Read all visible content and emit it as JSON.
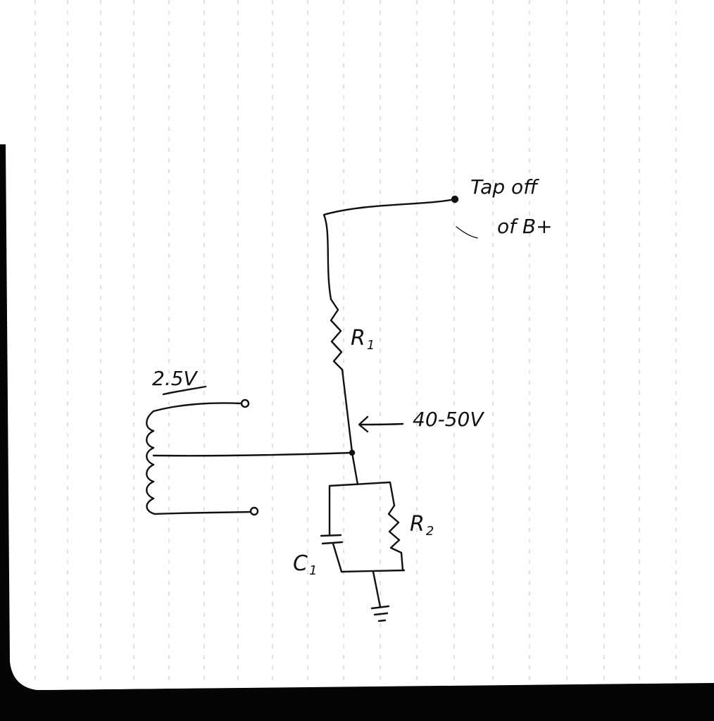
{
  "colors": {
    "paper": "#ffffff",
    "ink": "#111111",
    "margin_edge": "#050505",
    "ruling": "#bdbdbd"
  },
  "diagram": {
    "tap_label_line1": "Tap off",
    "tap_label_line2": "of B+",
    "r1_letter": "R",
    "r1_subscript": "1",
    "r2_letter": "R",
    "r2_subscript": "2",
    "c1_letter": "C",
    "c1_subscript": "1",
    "winding_voltage": "2.5V",
    "node_voltage": "40-50V"
  },
  "icons": {
    "resistor": "resistor-icon",
    "capacitor": "capacitor-icon",
    "ground": "ground-icon",
    "transformer": "transformer-winding-icon",
    "arrow": "arrow-left-icon"
  }
}
